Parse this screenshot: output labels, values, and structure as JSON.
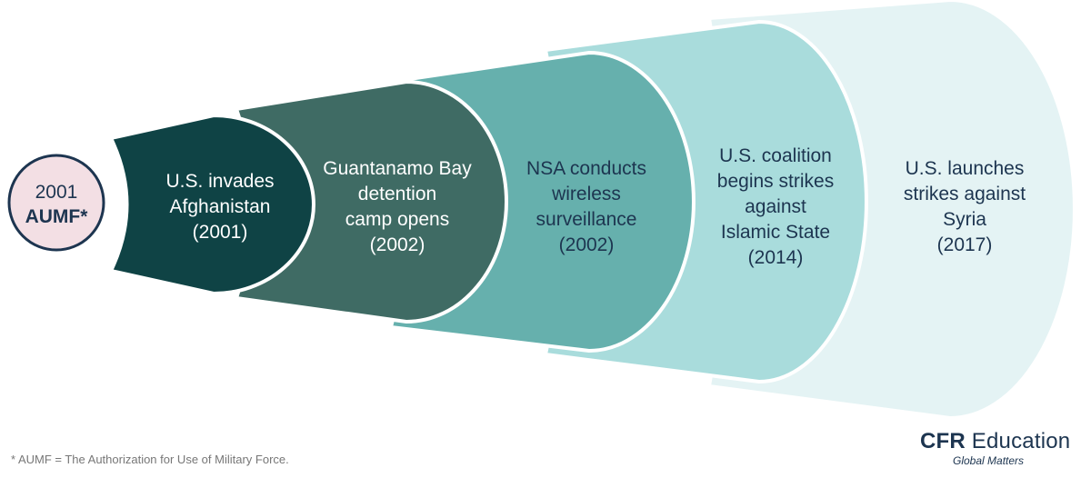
{
  "origin": {
    "year": "2001",
    "name": "AUMF*"
  },
  "events": [
    {
      "lines": [
        "U.S. invades",
        "Afghanistan",
        "(2001)"
      ],
      "fill": "#0f4345",
      "text_color": "#ffffff"
    },
    {
      "lines": [
        "Guantanamo Bay",
        "detention",
        "camp opens",
        "(2002)"
      ],
      "fill": "#3f6b64",
      "text_color": "#ffffff"
    },
    {
      "lines": [
        "NSA conducts",
        "wireless",
        "surveillance",
        "(2002)"
      ],
      "fill": "#66b0ad",
      "text_color": "#1d3550"
    },
    {
      "lines": [
        "U.S. coalition",
        "begins strikes",
        "against",
        "Islamic State",
        "(2014)"
      ],
      "fill": "#a9dcdc",
      "text_color": "#1d3550"
    },
    {
      "lines": [
        "U.S. launches",
        "strikes against",
        "Syria",
        "(2017)"
      ],
      "fill": "#e4f3f4",
      "text_color": "#1d3550"
    }
  ],
  "colors": {
    "origin_fill": "#f3dfe4",
    "origin_stroke": "#1d3550",
    "navy": "#1d3550"
  },
  "footnote": "* AUMF = The Authorization for Use of Military Force.",
  "brand": {
    "bold": "CFR",
    "rest": " Education",
    "tagline": "Global Matters"
  }
}
